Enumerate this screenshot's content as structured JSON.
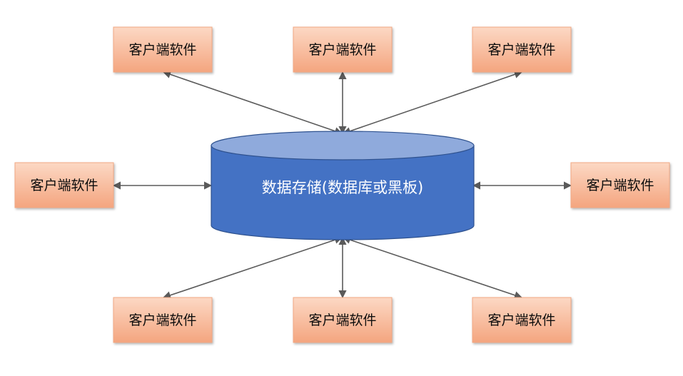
{
  "database": {
    "label": "数据存储(数据库或黑板)",
    "colors": {
      "side": "#4472c4",
      "top": "#8faadc",
      "edge": "#2f528f",
      "text": "#ffffff"
    }
  },
  "clients": [
    {
      "label": "客户端软件"
    },
    {
      "label": "客户端软件"
    },
    {
      "label": "客户端软件"
    },
    {
      "label": "客户端软件"
    },
    {
      "label": "客户端软件"
    },
    {
      "label": "客户端软件"
    },
    {
      "label": "客户端软件"
    },
    {
      "label": "客户端软件"
    }
  ],
  "colors": {
    "client_fill_top": "#fbd3bd",
    "client_fill_bottom": "#f5a783",
    "client_border": "#f2a883",
    "connector": "#5a5a5a"
  },
  "connectors": {
    "style": "double-arrow"
  }
}
